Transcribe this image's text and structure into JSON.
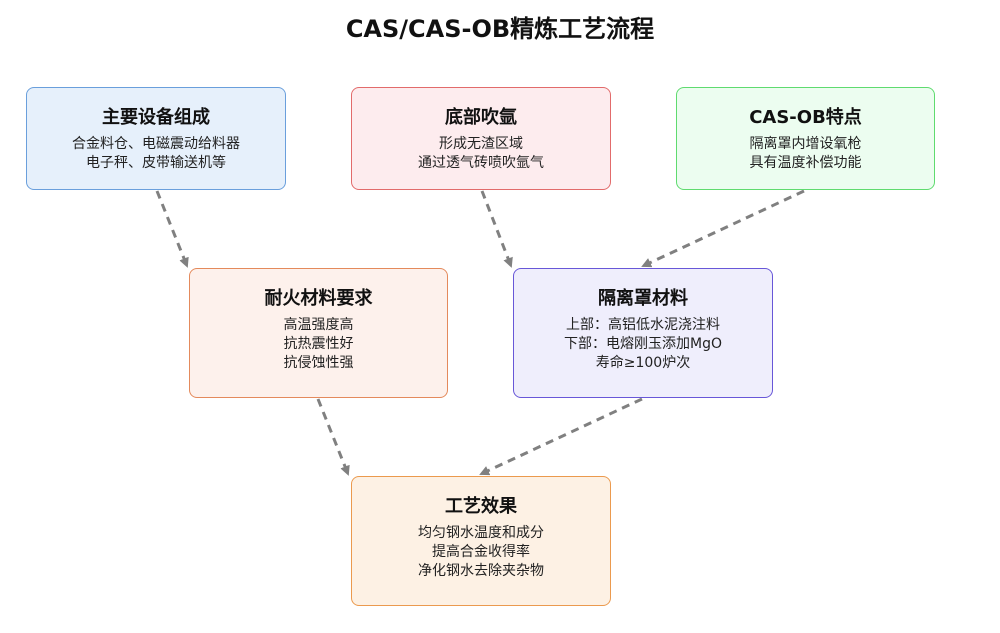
{
  "title": "CAS/CAS-OB精炼工艺流程",
  "nodes": {
    "equipment": {
      "title": "主要设备组成",
      "lines": [
        "合金料仓、电磁震动给料器",
        "电子秤、皮带输送机等"
      ],
      "fill": "#e6f0fb",
      "stroke": "#6a9fdc"
    },
    "argon": {
      "title": "底部吹氩",
      "lines": [
        "形成无渣区域",
        "通过透气砖喷吹氩气"
      ],
      "fill": "#fdecee",
      "stroke": "#e26b6b"
    },
    "casob": {
      "title": "CAS-OB特点",
      "lines": [
        "隔离罩内增设氧枪",
        "具有温度补偿功能"
      ],
      "fill": "#ecfdf0",
      "stroke": "#5fdb6f"
    },
    "refractory": {
      "title": "耐火材料要求",
      "lines": [
        "高温强度高",
        "抗热震性好",
        "抗侵蚀性强"
      ],
      "fill": "#fdf1ec",
      "stroke": "#e48a5c"
    },
    "hood": {
      "title": "隔离罩材料",
      "lines": [
        "上部：高铝低水泥浇注料",
        "下部：电熔刚玉添加MgO",
        "寿命≥100炉次"
      ],
      "fill": "#efeefc",
      "stroke": "#6857d8"
    },
    "effect": {
      "title": "工艺效果",
      "lines": [
        "均匀钢水温度和成分",
        "提高合金收得率",
        "净化钢水去除夹杂物"
      ],
      "fill": "#fdf1e4",
      "stroke": "#eb9a4e"
    }
  },
  "edges": [
    {
      "from": "equipment",
      "to": "refractory",
      "style": "dashed"
    },
    {
      "from": "argon",
      "to": "hood",
      "style": "dashed"
    },
    {
      "from": "casob",
      "to": "hood",
      "style": "dashed"
    },
    {
      "from": "refractory",
      "to": "effect",
      "style": "dashed"
    },
    {
      "from": "hood",
      "to": "effect",
      "style": "dashed"
    }
  ],
  "edge_color": "#808080"
}
